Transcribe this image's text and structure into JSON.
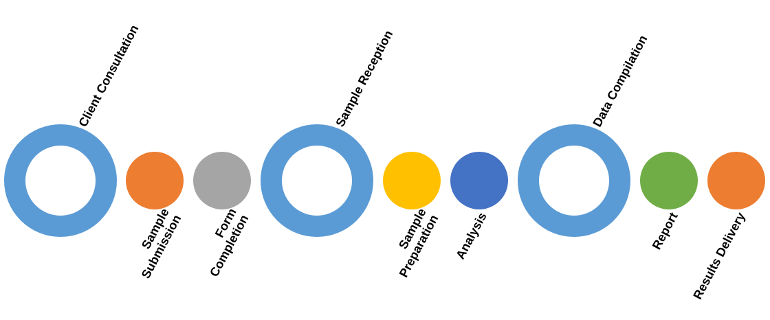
{
  "diagram": {
    "type": "process-flow",
    "stages": [
      {
        "label": "Client Consultation",
        "shape": "ring",
        "color": "#5B9BD5",
        "steps": [
          {
            "label_lines": [
              "Sample",
              "Submission"
            ],
            "color": "#ED7D31"
          },
          {
            "label_lines": [
              "Form",
              "Completion"
            ],
            "color": "#A5A5A5"
          }
        ]
      },
      {
        "label": "Sample Reception",
        "shape": "ring",
        "color": "#5B9BD5",
        "steps": [
          {
            "label_lines": [
              "Sample",
              "Preparation"
            ],
            "color": "#FFC000"
          },
          {
            "label_lines": [
              "Analysis"
            ],
            "color": "#4472C4"
          }
        ]
      },
      {
        "label": "Data Compilation",
        "shape": "ring",
        "color": "#5B9BD5",
        "steps": [
          {
            "label_lines": [
              "Report"
            ],
            "color": "#70AD47"
          },
          {
            "label_lines": [
              "Results Delivery"
            ],
            "color": "#ED7D31"
          }
        ]
      }
    ]
  }
}
